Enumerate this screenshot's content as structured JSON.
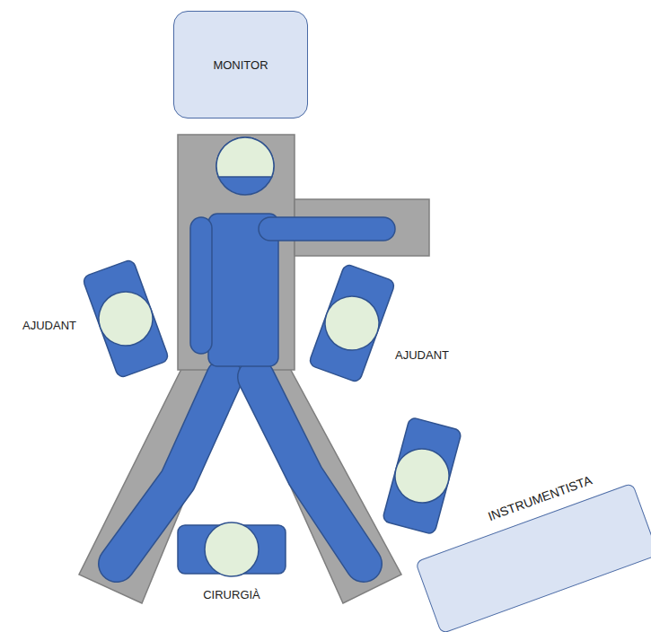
{
  "diagram": {
    "nodes": [
      {
        "text": [
          "MONITOR"
        ]
      },
      {
        "text": [
          "INSTRUMENTISTA"
        ]
      }
    ],
    "labels": [
      "AJUDANT",
      "AJUDANT",
      "CIRURGIÀ"
    ]
  }
}
